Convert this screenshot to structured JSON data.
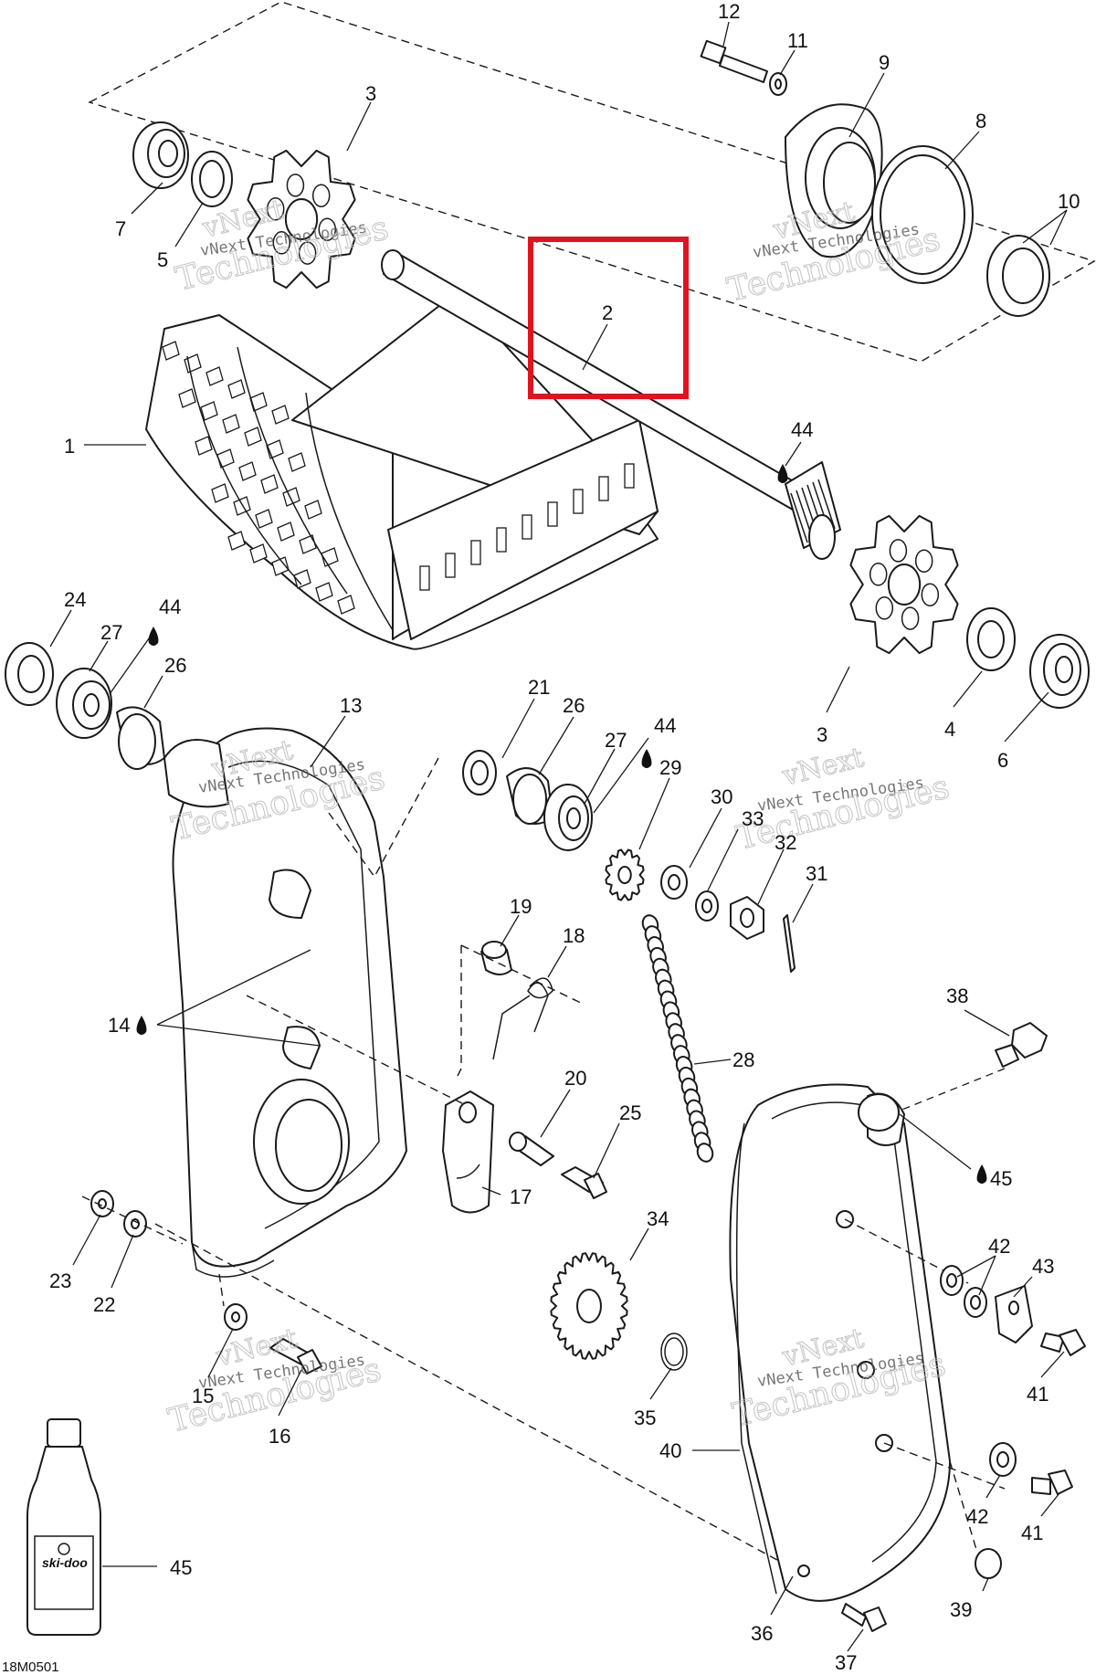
{
  "diagram_code": "18M0501",
  "watermark": {
    "line1": "vNext Technologies",
    "line2": "Technologies",
    "line3": "vNext"
  },
  "highlight": {
    "part": "2",
    "color": "#e0141e"
  },
  "bottle_label": "ski-doo",
  "callouts": [
    {
      "id": "c12",
      "text": "12"
    },
    {
      "id": "c11",
      "text": "11"
    },
    {
      "id": "c9",
      "text": "9"
    },
    {
      "id": "c8",
      "text": "8"
    },
    {
      "id": "c10",
      "text": "10"
    },
    {
      "id": "c3a",
      "text": "3"
    },
    {
      "id": "c7",
      "text": "7"
    },
    {
      "id": "c5",
      "text": "5"
    },
    {
      "id": "c2",
      "text": "2"
    },
    {
      "id": "c1",
      "text": "1"
    },
    {
      "id": "c44a",
      "text": "44"
    },
    {
      "id": "c24",
      "text": "24"
    },
    {
      "id": "c27a",
      "text": "27"
    },
    {
      "id": "c44b",
      "text": "44"
    },
    {
      "id": "c26a",
      "text": "26"
    },
    {
      "id": "c3b",
      "text": "3"
    },
    {
      "id": "c4",
      "text": "4"
    },
    {
      "id": "c6",
      "text": "6"
    },
    {
      "id": "c13",
      "text": "13"
    },
    {
      "id": "c21",
      "text": "21"
    },
    {
      "id": "c26b",
      "text": "26"
    },
    {
      "id": "c27b",
      "text": "27"
    },
    {
      "id": "c44c",
      "text": "44"
    },
    {
      "id": "c29",
      "text": "29"
    },
    {
      "id": "c30",
      "text": "30"
    },
    {
      "id": "c33",
      "text": "33"
    },
    {
      "id": "c32",
      "text": "32"
    },
    {
      "id": "c31",
      "text": "31"
    },
    {
      "id": "c19",
      "text": "19"
    },
    {
      "id": "c18",
      "text": "18"
    },
    {
      "id": "c14",
      "text": "14"
    },
    {
      "id": "c38",
      "text": "38"
    },
    {
      "id": "c28",
      "text": "28"
    },
    {
      "id": "c20",
      "text": "20"
    },
    {
      "id": "c25",
      "text": "25"
    },
    {
      "id": "c45a",
      "text": "45"
    },
    {
      "id": "c17",
      "text": "17"
    },
    {
      "id": "c34",
      "text": "34"
    },
    {
      "id": "c42a",
      "text": "42"
    },
    {
      "id": "c43",
      "text": "43"
    },
    {
      "id": "c23",
      "text": "23"
    },
    {
      "id": "c22",
      "text": "22"
    },
    {
      "id": "c41a",
      "text": "41"
    },
    {
      "id": "c15",
      "text": "15"
    },
    {
      "id": "c16",
      "text": "16"
    },
    {
      "id": "c35",
      "text": "35"
    },
    {
      "id": "c40",
      "text": "40"
    },
    {
      "id": "c42b",
      "text": "42"
    },
    {
      "id": "c41b",
      "text": "41"
    },
    {
      "id": "c45b",
      "text": "45"
    },
    {
      "id": "c39",
      "text": "39"
    },
    {
      "id": "c36",
      "text": "36"
    },
    {
      "id": "c37",
      "text": "37"
    }
  ]
}
